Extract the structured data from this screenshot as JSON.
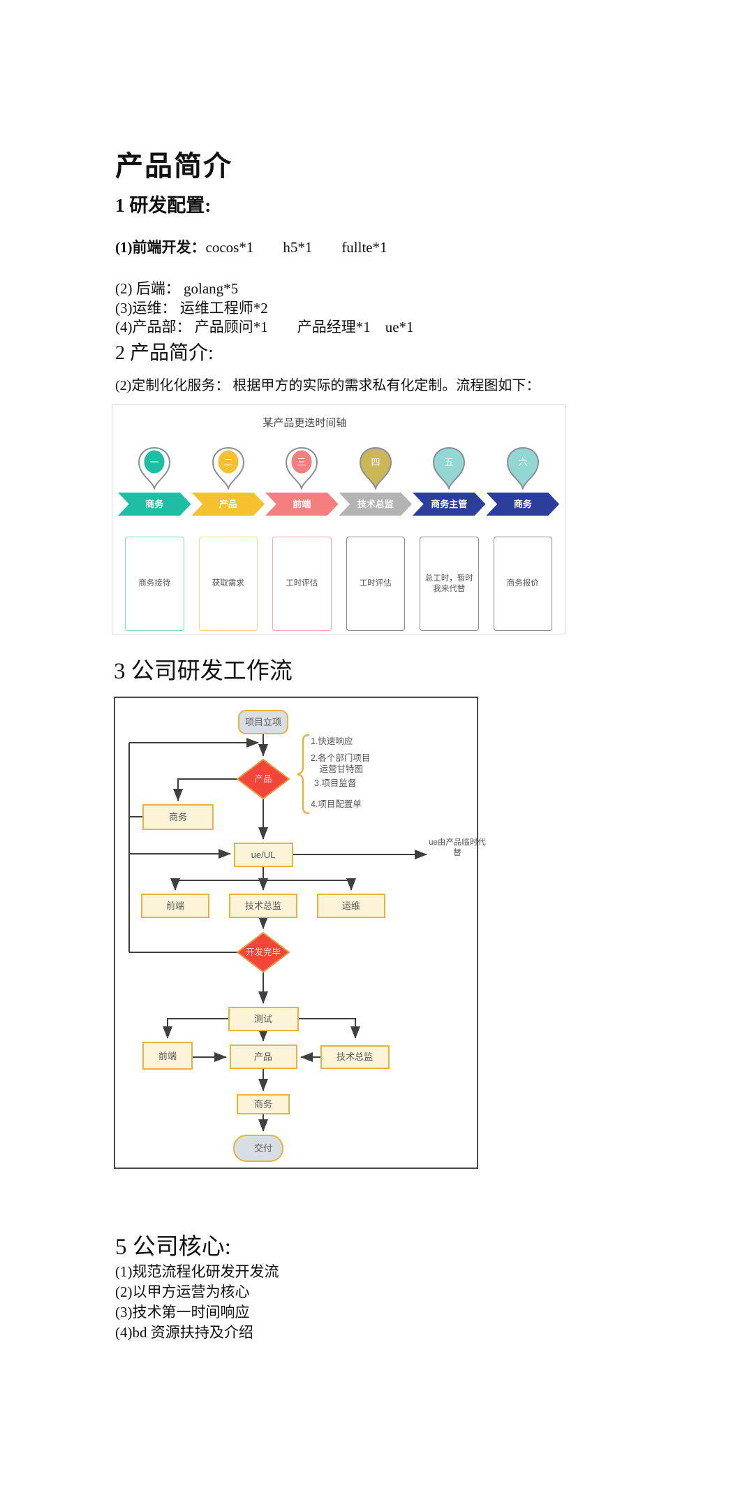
{
  "doc": {
    "title": "产品简介",
    "sec1_heading": "1 研发配置:",
    "sec1_line1_label": "(1)前端开发：",
    "sec1_line1_value": "cocos*1　　h5*1　　fullte*1",
    "sec1_line2": "(2) 后端： golang*5",
    "sec1_line3": "(3)运维： 运维工程师*2",
    "sec1_line4": "(4)产品部： 产品顾问*1　　产品经理*1　ue*1",
    "sec2_heading": "2 产品简介:",
    "sec2_line": "(2)定制化化服务： 根据甲方的实际的需求私有化定制。流程图如下：",
    "sec3_heading": "3 公司研发工作流",
    "sec5_heading": "5 公司核心:",
    "sec5_items": [
      "(1)规范流程化研发开发流",
      "(2)以甲方运营为核心",
      "(3)技术第一时间响应",
      "(4)bd 资源扶持及介绍"
    ]
  },
  "timeline": {
    "title": "某产品更迭时间轴",
    "steps": [
      {
        "num": "一",
        "role": "商务",
        "desc": "商务接待",
        "color": "#1EBEA5",
        "box_border": "#7FD8CB",
        "pin_style": "ring"
      },
      {
        "num": "二",
        "role": "产品",
        "desc": "获取需求",
        "color": "#F6C12E",
        "box_border": "#F6D887",
        "pin_style": "ring"
      },
      {
        "num": "三",
        "role": "前端",
        "desc": "工时评估",
        "color": "#F57F7F",
        "box_border": "#F5A8A8",
        "pin_style": "ring"
      },
      {
        "num": "四",
        "role": "技术总监",
        "desc": "工时评估",
        "pin_color": "#CBB755",
        "chevron_color": "#B3B3B3",
        "box_border": "#8C8C8C",
        "pin_style": "solid"
      },
      {
        "num": "五",
        "role": "商务主管",
        "desc": "总工时，暂时我来代替",
        "pin_color": "#93D7D2",
        "chevron_color": "#2C3E9B",
        "box_border": "#8C8C8C",
        "pin_style": "solid"
      },
      {
        "num": "六",
        "role": "商务",
        "desc": "商务报价",
        "pin_color": "#93D7D2",
        "chevron_color": "#2C3E9B",
        "box_border": "#8C8C8C",
        "pin_style": "solid"
      }
    ]
  },
  "workflow": {
    "nodes": {
      "start": "项目立项",
      "decision1": "产品",
      "biz1": "商务",
      "ue": "ue/UL",
      "frontend_mid": "前端",
      "cto_mid": "技术总监",
      "ops_mid": "运维",
      "decision2": "开发完毕",
      "test": "测试",
      "frontend_bot": "前端",
      "product_bot": "产品",
      "cto_bot": "技术总监",
      "biz2": "商务",
      "end": "交付"
    },
    "annotations": [
      "1.快速响应",
      "2.各个部门项目\n　运营甘特图",
      "3.项目监督",
      "4.项目配置单"
    ],
    "side_label": "ue由产品临时代替",
    "colors": {
      "node_fill": "#FCF3D8",
      "node_border": "#E6B33D",
      "diamond_fill": "#F3453A",
      "terminal_fill": "#D8DEE3",
      "arrow": "#3F3F3F"
    }
  }
}
